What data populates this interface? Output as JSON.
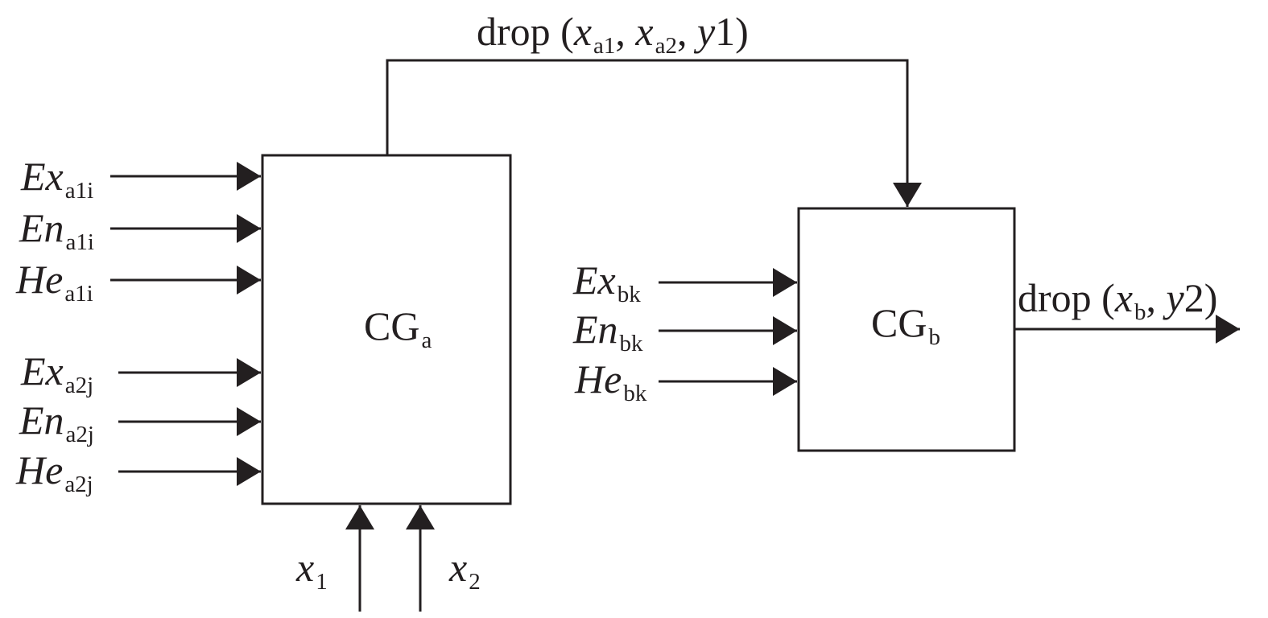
{
  "diagram": {
    "blocks": {
      "a": {
        "main": "CG",
        "sub": "a"
      },
      "b": {
        "main": "CG",
        "sub": "b"
      }
    },
    "inputs_a": [
      {
        "sym": "Ex",
        "sub": "a1i"
      },
      {
        "sym": "En",
        "sub": "a1i"
      },
      {
        "sym": "He",
        "sub": "a1i"
      },
      {
        "sym": "Ex",
        "sub": "a2j"
      },
      {
        "sym": "En",
        "sub": "a2j"
      },
      {
        "sym": "He",
        "sub": "a2j"
      }
    ],
    "inputs_b": [
      {
        "sym": "Ex",
        "sub": "bk"
      },
      {
        "sym": "En",
        "sub": "bk"
      },
      {
        "sym": "He",
        "sub": "bk"
      }
    ],
    "bottom_inputs": [
      {
        "sym": "x",
        "sub": "1"
      },
      {
        "sym": "x",
        "sub": "2"
      }
    ],
    "link_label": {
      "prefix": "drop (",
      "x1": "x",
      "x1_sub": "a1",
      "sep1": ", ",
      "x2": "x",
      "x2_sub": "a2",
      "sep2": ", ",
      "y": "y",
      "y_num": "1",
      "suffix": ")"
    },
    "output_label": {
      "prefix": "drop (",
      "x": "x",
      "x_sub": "b",
      "sep": ", ",
      "y": "y",
      "y_num": "2",
      "suffix": ")"
    }
  }
}
